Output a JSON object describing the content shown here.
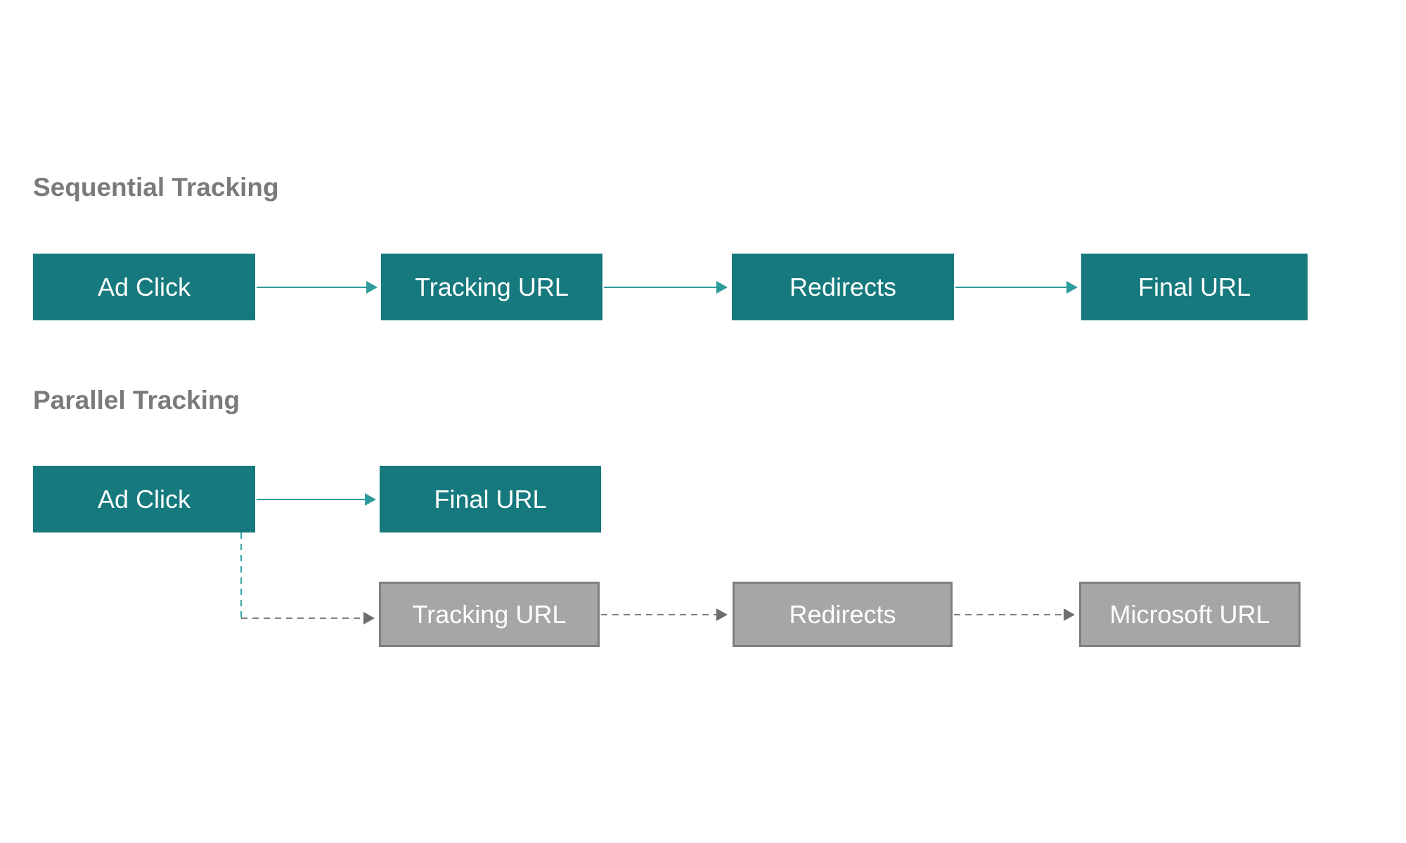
{
  "colors": {
    "node_teal": "#16797D",
    "connector_teal": "#2E9C9C",
    "connector_teal_dashed": "#3BA7A7",
    "node_gray_fill": "#A6A6A6",
    "node_gray_border": "#7F7F7F",
    "connector_gray_dashed": "#7F7F7F",
    "arrowhead_gray": "#6E6E6E",
    "heading_text": "#7A7A7A",
    "node_text": "#FFFFFF",
    "background": "#FFFFFF"
  },
  "sequential": {
    "heading": "Sequential Tracking",
    "connector_style": "solid",
    "nodes": [
      {
        "label": "Ad Click"
      },
      {
        "label": "Tracking URL"
      },
      {
        "label": "Redirects"
      },
      {
        "label": "Final URL"
      }
    ]
  },
  "parallel": {
    "heading": "Parallel Tracking",
    "primary_path": {
      "connector_style": "solid",
      "nodes": [
        {
          "label": "Ad Click"
        },
        {
          "label": "Final URL"
        }
      ]
    },
    "secondary_path": {
      "connector_style": "dashed",
      "nodes": [
        {
          "label": "Tracking URL"
        },
        {
          "label": "Redirects"
        },
        {
          "label": "Microsoft URL"
        }
      ]
    }
  }
}
